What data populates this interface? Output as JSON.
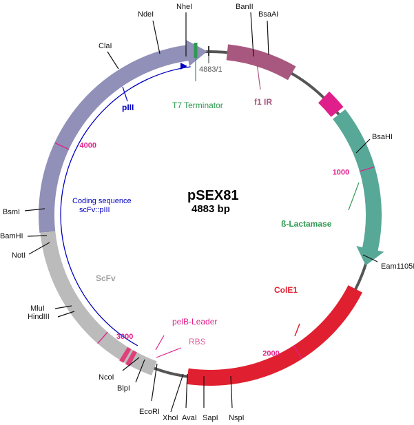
{
  "plasmid": {
    "name": "pSEX81",
    "size_label": "4883 bp",
    "total_bp": 4883,
    "origin_label": "4883/1",
    "coding_sequence_line1": "Coding sequence",
    "coding_sequence_line2": "scFv::pIII"
  },
  "colors": {
    "backbone": "#555555",
    "pIII": "#9090b8",
    "scFv": "#bbbbbb",
    "f1IR": "#a8587e",
    "betaLactamase": "#58a898",
    "colE1": "#e02030",
    "t7": "#2e9a50",
    "promoter": "#e0208a",
    "rbs": "#e0407a",
    "ticks": "#e0208a",
    "coding": "#0000c0",
    "site_lines": "#111111"
  },
  "features": {
    "pIII": "pIII",
    "scFv": "ScFv",
    "t7": "T7 Terminator",
    "f1IR": "f1 IR",
    "betaLactamase": "ß-Lactamase",
    "colE1": "ColE1",
    "pelB": "pelB-Leader",
    "rbs": "RBS"
  },
  "ticks": [
    {
      "position": 1000,
      "label": "1000"
    },
    {
      "position": 2000,
      "label": "2000"
    },
    {
      "position": 3000,
      "label": "3000"
    },
    {
      "position": 4000,
      "label": "4000"
    }
  ],
  "sites": {
    "nhei": "NheI",
    "ndei": "NdeI",
    "clai": "ClaI",
    "banii": "BanII",
    "bsaai": "BsaAI",
    "bsahi": "BsaHI",
    "eam1105i": "Eam1105I",
    "nspi": "NspI",
    "sapi": "SapI",
    "avai": "AvaI",
    "xhoi": "XhoI",
    "ecori": "EcoRI",
    "blpi": "BlpI",
    "ncoi": "NcoI",
    "hindiii": "HindIII",
    "mlui": "MluI",
    "noti": "NotI",
    "bamhi": "BamHI",
    "bsmi": "BsmI"
  }
}
